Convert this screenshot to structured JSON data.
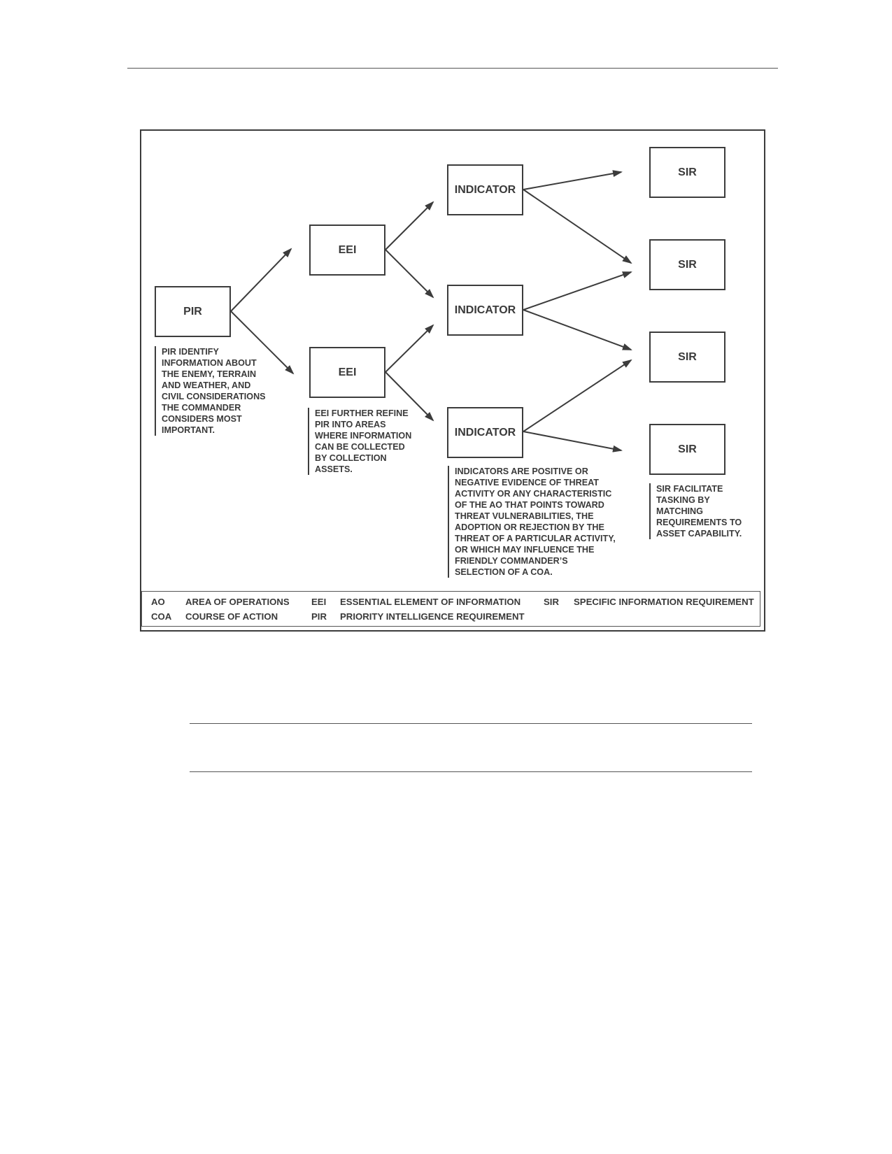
{
  "diagram": {
    "nodes": {
      "pir": "PIR",
      "eei_1": "EEI",
      "eei_2": "EEI",
      "indicator_1": "INDICATOR",
      "indicator_2": "INDICATOR",
      "indicator_3": "INDICATOR",
      "sir_1": "SIR",
      "sir_2": "SIR",
      "sir_3": "SIR",
      "sir_4": "SIR"
    },
    "edges": [
      [
        "pir",
        "eei_1"
      ],
      [
        "pir",
        "eei_2"
      ],
      [
        "eei_1",
        "indicator_1"
      ],
      [
        "eei_1",
        "indicator_2"
      ],
      [
        "eei_2",
        "indicator_2"
      ],
      [
        "eei_2",
        "indicator_3"
      ],
      [
        "indicator_1",
        "sir_1"
      ],
      [
        "indicator_1",
        "sir_2"
      ],
      [
        "indicator_2",
        "sir_2"
      ],
      [
        "indicator_2",
        "sir_3"
      ],
      [
        "indicator_3",
        "sir_3"
      ],
      [
        "indicator_3",
        "sir_4"
      ]
    ],
    "notes": {
      "pir": "PIR IDENTIFY\nINFORMATION ABOUT\nTHE ENEMY, TERRAIN\nAND WEATHER, AND\nCIVIL CONSIDERATIONS\nTHE COMMANDER\nCONSIDERS MOST\nIMPORTANT.",
      "eei": "EEI FURTHER REFINE\nPIR INTO AREAS\nWHERE INFORMATION\nCAN BE COLLECTED\nBY COLLECTION\nASSETS.",
      "indicator": "INDICATORS ARE POSITIVE OR\nNEGATIVE EVIDENCE OF THREAT\nACTIVITY OR ANY CHARACTERISTIC\nOF THE AO THAT POINTS TOWARD\nTHREAT VULNERABILITIES, THE\nADOPTION OR REJECTION BY THE\nTHREAT OF A PARTICULAR ACTIVITY,\nOR WHICH MAY INFLUENCE THE\nFRIENDLY COMMANDER’S\nSELECTION OF A COA.",
      "sir": "SIR FACILITATE\nTASKING BY\nMATCHING\nREQUIREMENTS TO\nASSET CAPABILITY."
    },
    "legend": [
      {
        "abbr": "AO",
        "term": "AREA OF OPERATIONS"
      },
      {
        "abbr": "EEI",
        "term": "ESSENTIAL ELEMENT OF INFORMATION"
      },
      {
        "abbr": "SIR",
        "term": "SPECIFIC INFORMATION REQUIREMENT"
      },
      {
        "abbr": "COA",
        "term": "COURSE OF ACTION"
      },
      {
        "abbr": "PIR",
        "term": "PRIORITY INTELLIGENCE REQUIREMENT"
      }
    ]
  }
}
